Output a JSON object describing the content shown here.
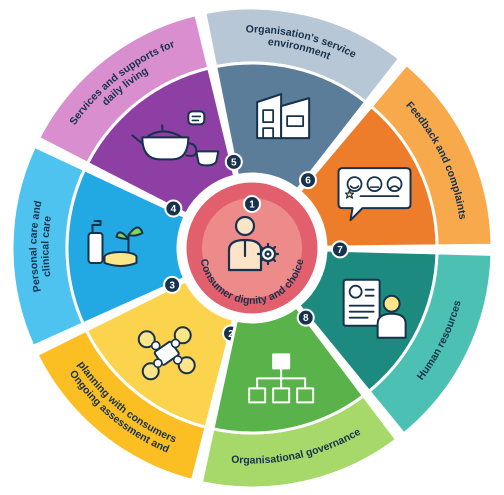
{
  "center": {
    "number": "1",
    "label": "Consumer dignity and choice",
    "icon": "person-with-gear-icon",
    "ring_color": "#e2606e",
    "inner_color": "#ec8b8a"
  },
  "segments": [
    {
      "id": "standard-2",
      "number": "2",
      "label_lines": [
        "Ongoing assessment and",
        "planning with consumers"
      ],
      "outer_color": "#fbbf24",
      "inner_color": "#fcd34d",
      "icon": "people-around-table-icon"
    },
    {
      "id": "standard-3",
      "number": "3",
      "label_lines": [
        "Personal care and",
        "clinical care"
      ],
      "outer_color": "#4fc3f0",
      "inner_color": "#22a8e2",
      "icon": "care-products-and-plant-icon"
    },
    {
      "id": "standard-4",
      "number": "4",
      "label_lines": [
        "Services and supports for",
        "daily living"
      ],
      "outer_color": "#d98fcf",
      "inner_color": "#8e3fa4",
      "icon": "teapot-and-cup-icon"
    },
    {
      "id": "standard-5",
      "number": "5",
      "label_lines": [
        "Organisation's service",
        "environment"
      ],
      "outer_color": "#b7c7d6",
      "inner_color": "#5b7d99",
      "icon": "building-icon"
    },
    {
      "id": "standard-6",
      "number": "6",
      "label_lines": [
        "Feedback and complaints"
      ],
      "outer_color": "#f7a94b",
      "inner_color": "#ee7d2b",
      "icon": "feedback-faces-icon"
    },
    {
      "id": "standard-7",
      "number": "7",
      "label_lines": [
        "Human resources"
      ],
      "outer_color": "#4cc1b3",
      "inner_color": "#1d8a80",
      "icon": "staff-profile-icon"
    },
    {
      "id": "standard-8",
      "number": "8",
      "label_lines": [
        "Organisational governance"
      ],
      "outer_color": "#a6d96a",
      "inner_color": "#5ab34a",
      "icon": "org-chart-icon"
    }
  ],
  "badge_color": "#17324d",
  "icon_stroke": "#17324d"
}
